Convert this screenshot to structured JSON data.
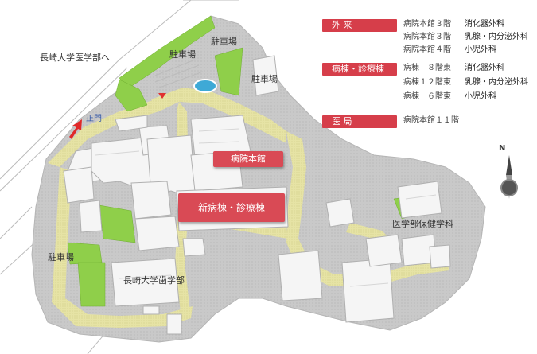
{
  "map": {
    "labels": {
      "nagasaki_med": "長崎大学医学部へ",
      "seimon": "正門",
      "parking_top_1": "駐車場",
      "parking_top_2": "駐車場",
      "parking_right": "駐車場",
      "parking_left": "駐車場",
      "hospital_main": "病院本館",
      "new_ward": "新病棟・診療棟",
      "health_sci": "医学部保健学科",
      "dental": "長崎大学歯学部",
      "north": "N"
    },
    "colors": {
      "road": "#e4e1a3",
      "green": "#8fcf4a",
      "building": "#f4f4f4",
      "ground": "#cfcfcf",
      "accent": "#d63e4a"
    }
  },
  "legend": {
    "items": [
      {
        "tag": "外 来",
        "lines": [
          {
            "place": "病院本館３階",
            "dept": "消化器外科"
          },
          {
            "place": "病院本館３階",
            "dept": "乳腺・内分泌外科"
          },
          {
            "place": "病院本館４階",
            "dept": "小児外科"
          }
        ]
      },
      {
        "tag": "病棟・診療棟",
        "lines": [
          {
            "place": "病棟　８階東",
            "dept": "消化器外科"
          },
          {
            "place": "病棟１２階東",
            "dept": "乳腺・内分泌外科"
          },
          {
            "place": "病棟　６階東",
            "dept": "小児外科"
          }
        ]
      },
      {
        "tag": "医 局",
        "lines": [
          {
            "place": "病院本館１１階",
            "dept": ""
          }
        ]
      }
    ]
  }
}
